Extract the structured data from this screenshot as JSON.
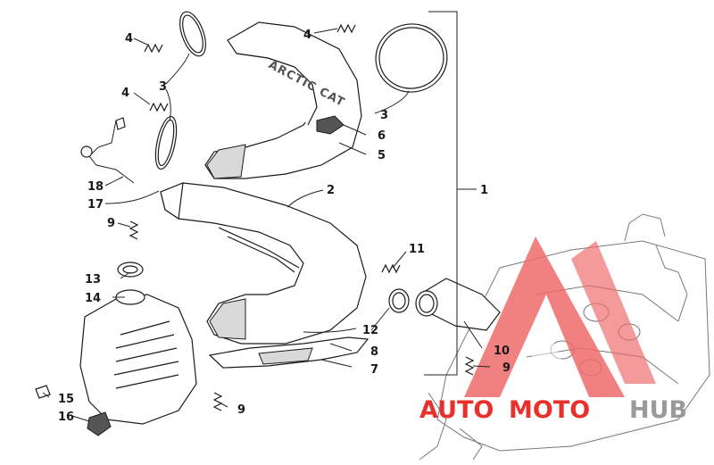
{
  "diagram": {
    "brand_text": "ARCTIC CAT",
    "callouts": {
      "c1": "1",
      "c2": "2",
      "c3a": "3",
      "c3b": "3",
      "c4a": "4",
      "c4b": "4",
      "c4c": "4",
      "c5": "5",
      "c6": "6",
      "c7": "7",
      "c8": "8",
      "c9a": "9",
      "c9b": "9",
      "c9c": "9",
      "c10": "10",
      "c11": "11",
      "c12": "12",
      "c13": "13",
      "c14": "14",
      "c15": "15",
      "c16": "16",
      "c17": "17",
      "c18": "18"
    }
  },
  "watermark": {
    "word_auto": "AUTO",
    "word_moto": "MOTO",
    "word_hub": "HUB",
    "colors": {
      "red": "#e8302c",
      "gray": "#9a9a9a",
      "logo_pink": "#ef6a6a"
    }
  }
}
